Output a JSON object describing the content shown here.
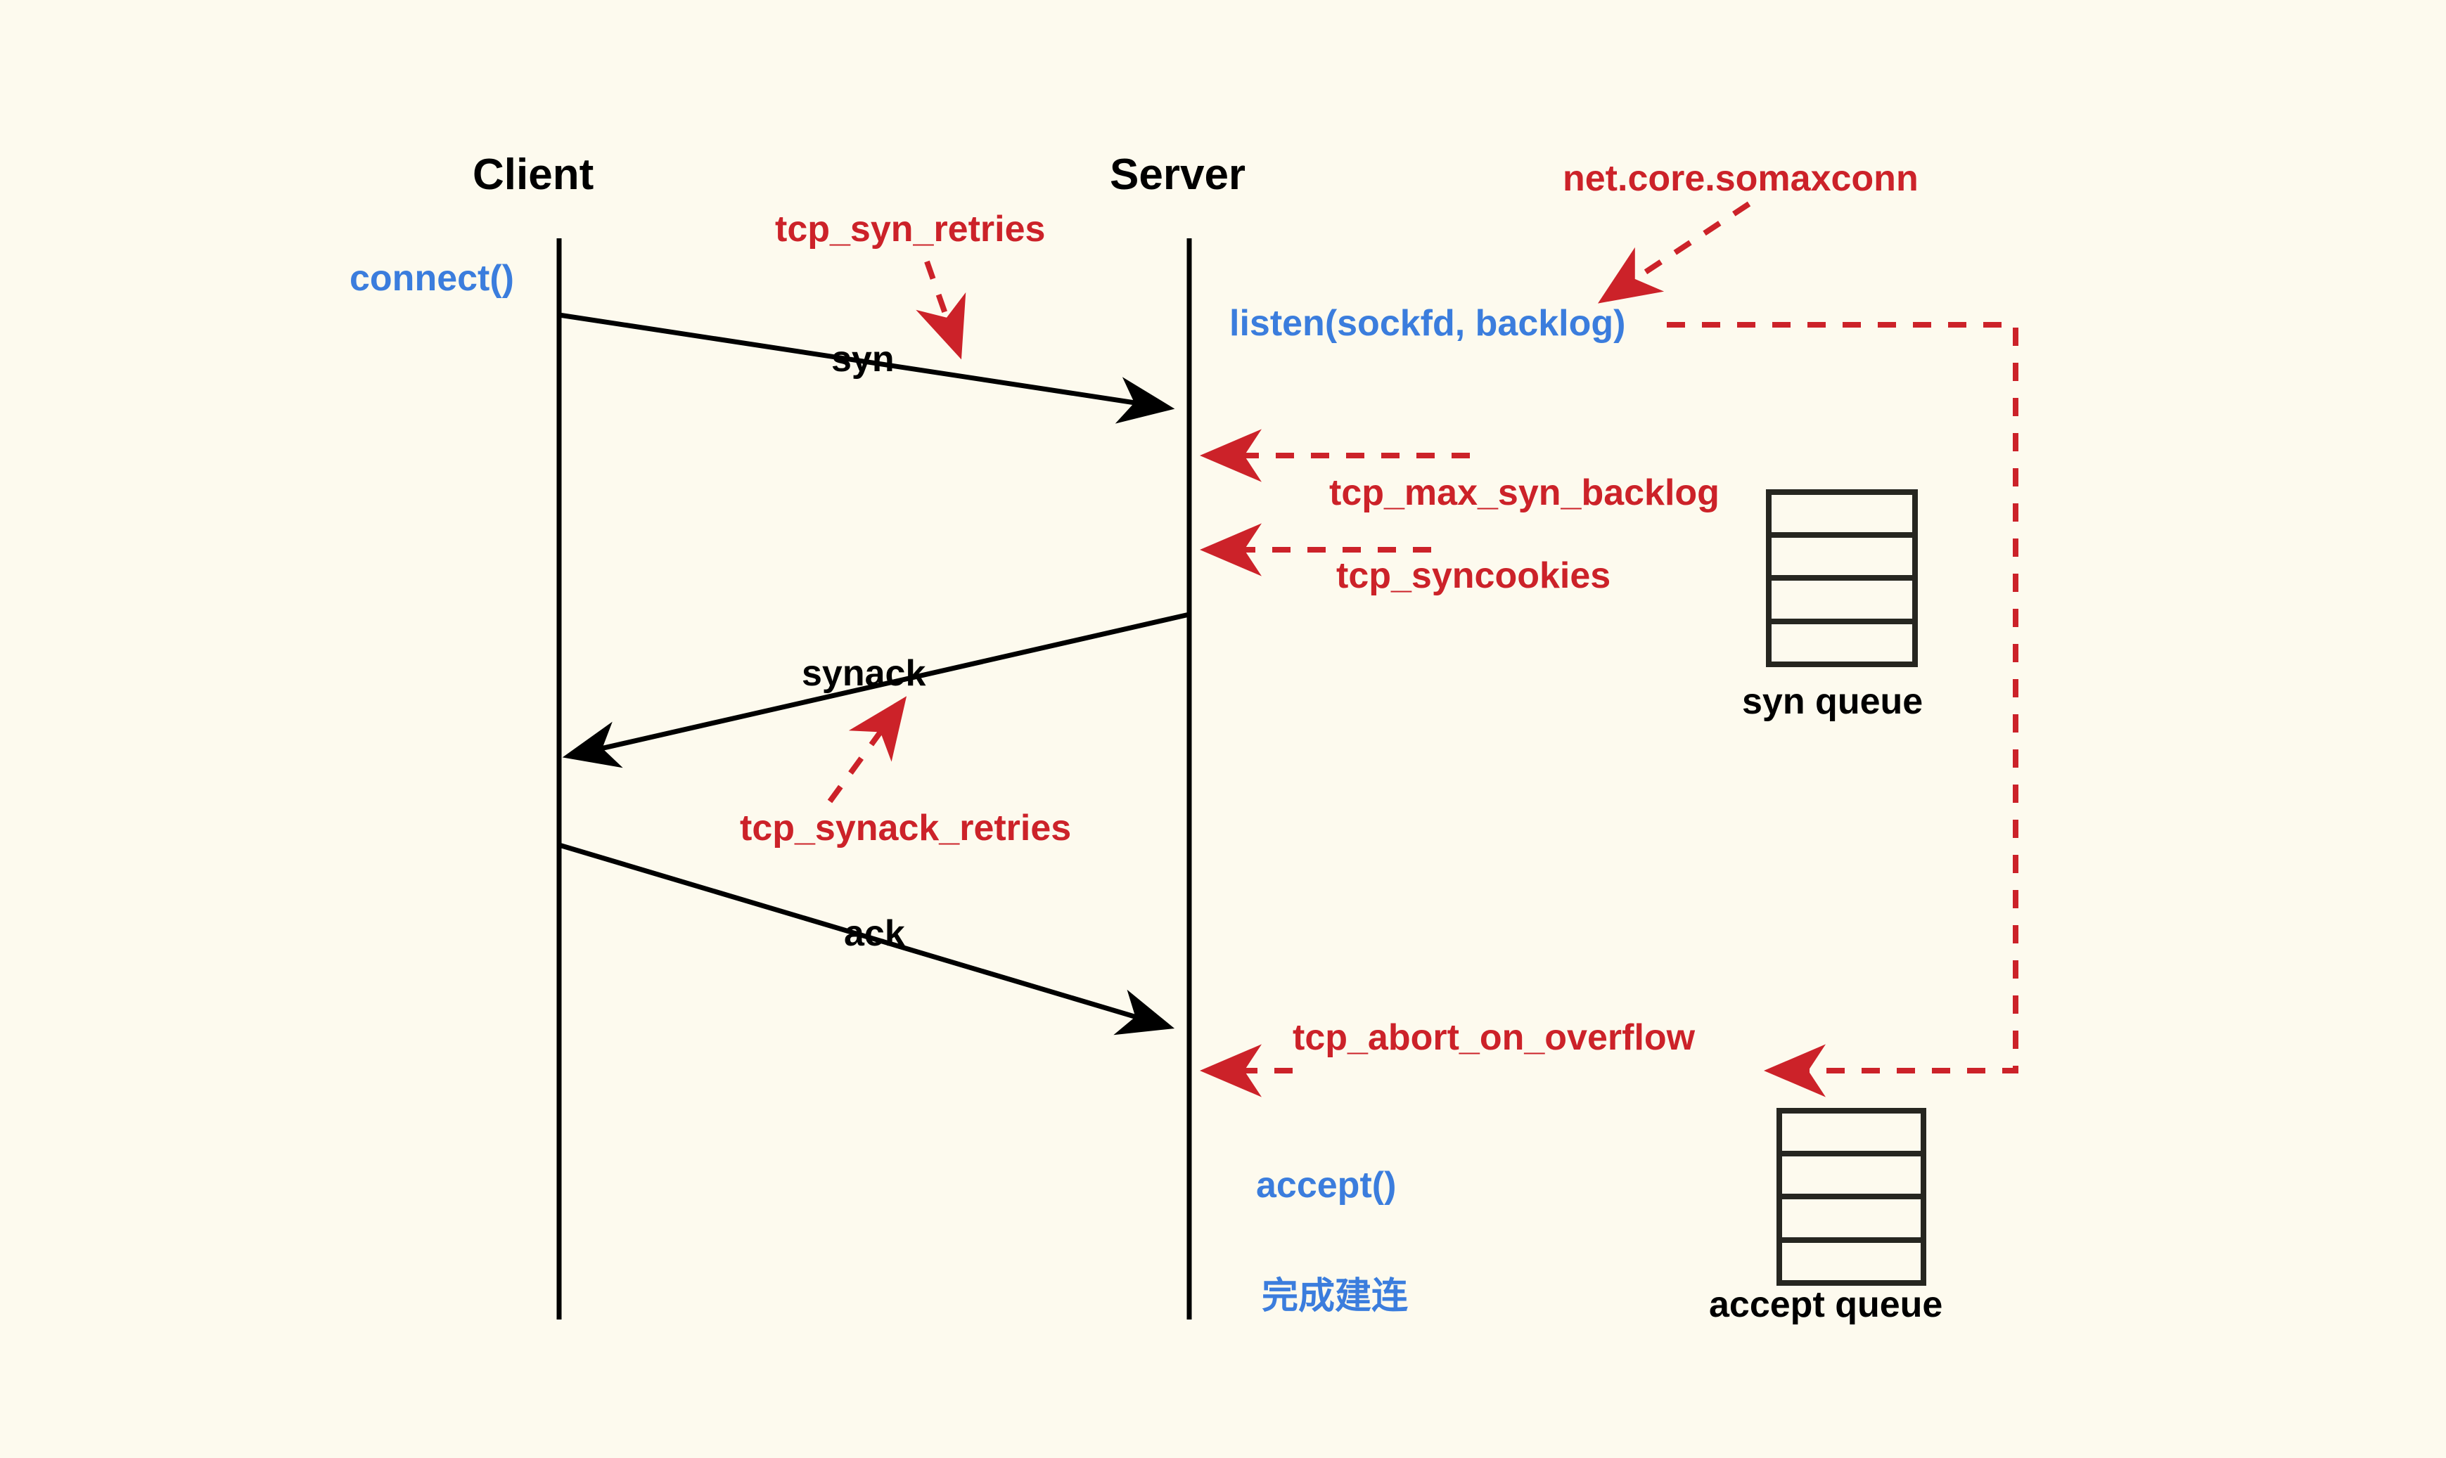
{
  "diagram": {
    "title": "TCP three-way handshake with kernel tunables",
    "background_color": "#fdfaee",
    "colors": {
      "actor_text": "#000000",
      "message_text": "#000000",
      "api_call_text": "#3b7ddd",
      "kernel_param_text": "#cc2229",
      "lifeline": "#000000",
      "solid_arrow": "#000000",
      "dashed_arrow": "#cc2229",
      "queue_border": "#262620"
    }
  },
  "actors": [
    {
      "id": "client",
      "label": "Client"
    },
    {
      "id": "server",
      "label": "Server"
    }
  ],
  "messages": [
    {
      "id": "syn",
      "label": "syn",
      "direction": "client-to-server"
    },
    {
      "id": "synack",
      "label": "synack",
      "direction": "server-to-client"
    },
    {
      "id": "ack",
      "label": "ack",
      "direction": "client-to-server"
    }
  ],
  "api_calls": [
    {
      "id": "connect",
      "label": "connect()",
      "side": "client"
    },
    {
      "id": "listen",
      "label": "listen(sockfd, backlog)",
      "side": "server"
    },
    {
      "id": "accept",
      "label": "accept()",
      "side": "server"
    },
    {
      "id": "completed",
      "label": "完成建连",
      "side": "server"
    }
  ],
  "kernel_params": [
    {
      "id": "tcp_syn_retries",
      "label": "tcp_syn_retries",
      "annotates": "syn"
    },
    {
      "id": "net_core_somaxconn",
      "label": "net.core.somaxconn",
      "annotates": "listen"
    },
    {
      "id": "tcp_max_syn_backlog",
      "label": "tcp_max_syn_backlog",
      "annotates": "syn-queue"
    },
    {
      "id": "tcp_syncookies",
      "label": "tcp_syncookies",
      "annotates": "syn-queue"
    },
    {
      "id": "tcp_synack_retries",
      "label": "tcp_synack_retries",
      "annotates": "synack"
    },
    {
      "id": "tcp_abort_on_overflow",
      "label": "tcp_abort_on_overflow",
      "annotates": "accept-queue"
    }
  ],
  "queues": [
    {
      "id": "syn_queue",
      "label": "syn queue",
      "slots": 4
    },
    {
      "id": "accept_queue",
      "label": "accept queue",
      "slots": 4
    }
  ]
}
